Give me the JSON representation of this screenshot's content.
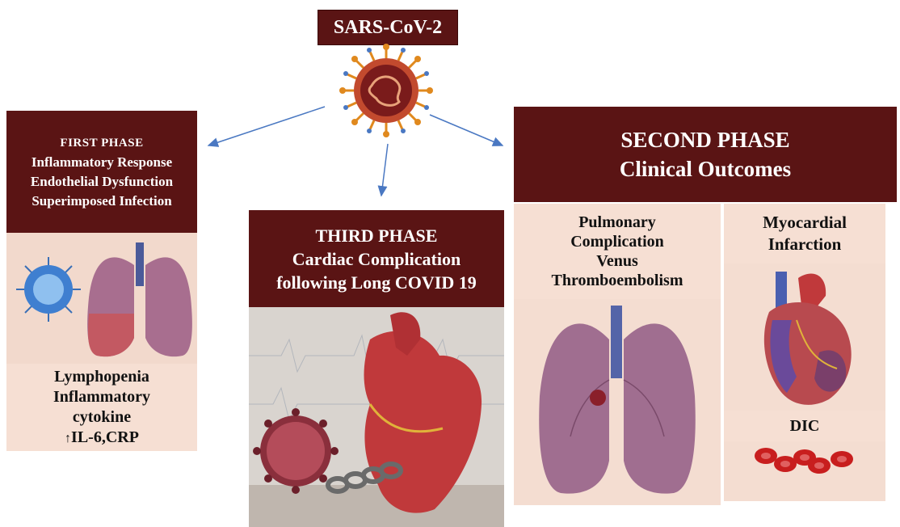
{
  "title": "SARS-CoV-2",
  "first_phase": {
    "heading": "FIRST PHASE",
    "lines": [
      "Inflammatory Response",
      "Endothelial Dysfunction",
      "Superimposed Infection"
    ],
    "markers": [
      "Lymphopenia",
      "Inflammatory",
      "cytokine",
      "IL-6,CRP"
    ],
    "marker_arrow": "↑"
  },
  "second_phase": {
    "heading": "SECOND PHASE",
    "subheading": "Clinical Outcomes",
    "pulmonary": [
      "Pulmonary",
      "Complication",
      "Venus",
      "Thromboembolism"
    ],
    "myocardial": [
      "Myocardial",
      "Infarction"
    ],
    "dic": "DIC"
  },
  "third_phase": {
    "heading": "THIRD PHASE",
    "lines": [
      "Cardiac Complication",
      "following Long COVID 19"
    ]
  },
  "colors": {
    "header_bg": "#5a1414",
    "panel_bg": "#f6dfd3",
    "arrow": "#4a78c2",
    "lung": "#9a6687",
    "heart": "#c0393b",
    "blood_cell": "#c81e1e"
  }
}
